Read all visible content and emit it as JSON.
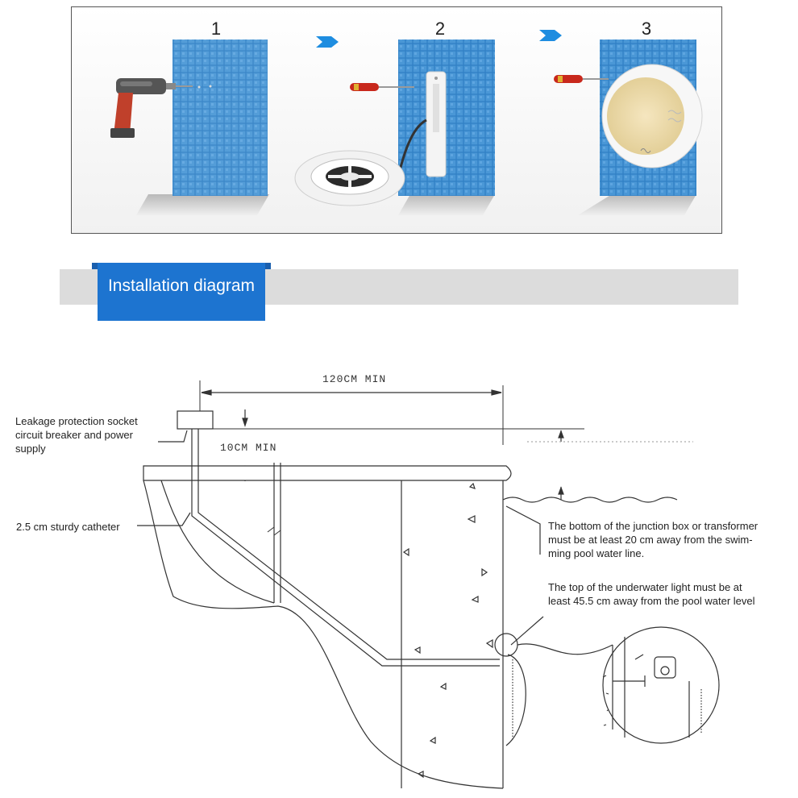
{
  "steps": [
    {
      "number": "1",
      "tool": "electric-drill-icon"
    },
    {
      "number": "2",
      "tool": "screwdriver-icon"
    },
    {
      "number": "3",
      "tool": "screwdriver-icon"
    }
  ],
  "step_arrow_icon": "chevron-right-icon",
  "banner": {
    "title": "Installation diagram"
  },
  "dimensions": {
    "horizontal": "120CM MIN",
    "vertical": "10CM MIN"
  },
  "callouts": {
    "socket": "Leakage protection socket\ncircuit breaker and power\nsupply",
    "catheter": "2.5 cm sturdy catheter",
    "junction_box": "The bottom of the junction box or transformer\nmust be at least 20 cm away from the swim-\nming pool water line.",
    "light_depth": "The top of the underwater light must be at\nleast 45.5 cm away from the pool water level"
  },
  "colors": {
    "accent_blue": "#1d74d0",
    "tile_blue": "#3a86c8",
    "screwdriver_handle": "#c8281c"
  }
}
